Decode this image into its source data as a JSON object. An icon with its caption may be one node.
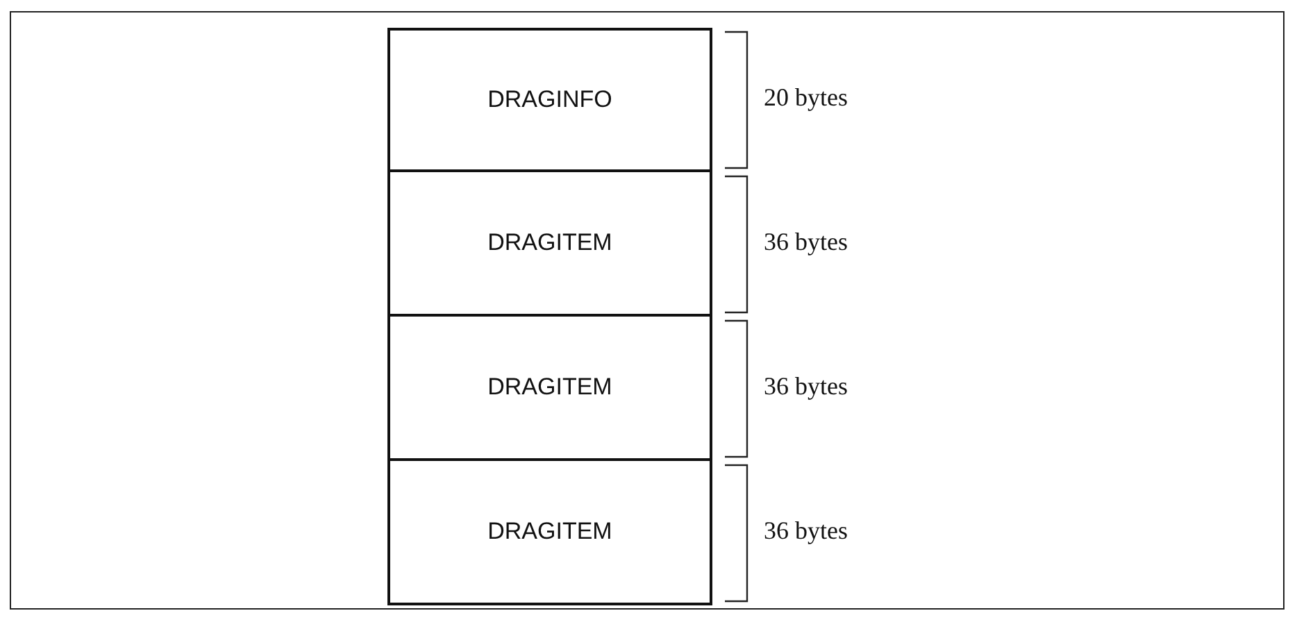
{
  "diagram": {
    "nodes": [
      {
        "text": [
          "DRAGINFO"
        ],
        "beside": [
          "20 bytes"
        ]
      },
      {
        "text": [
          "DRAGITEM"
        ],
        "beside": [
          "36 bytes"
        ]
      },
      {
        "text": [
          "DRAGITEM"
        ],
        "beside": [
          "36 bytes"
        ]
      },
      {
        "text": [
          "DRAGITEM"
        ],
        "beside": [
          "36 bytes"
        ]
      }
    ],
    "edges": []
  }
}
